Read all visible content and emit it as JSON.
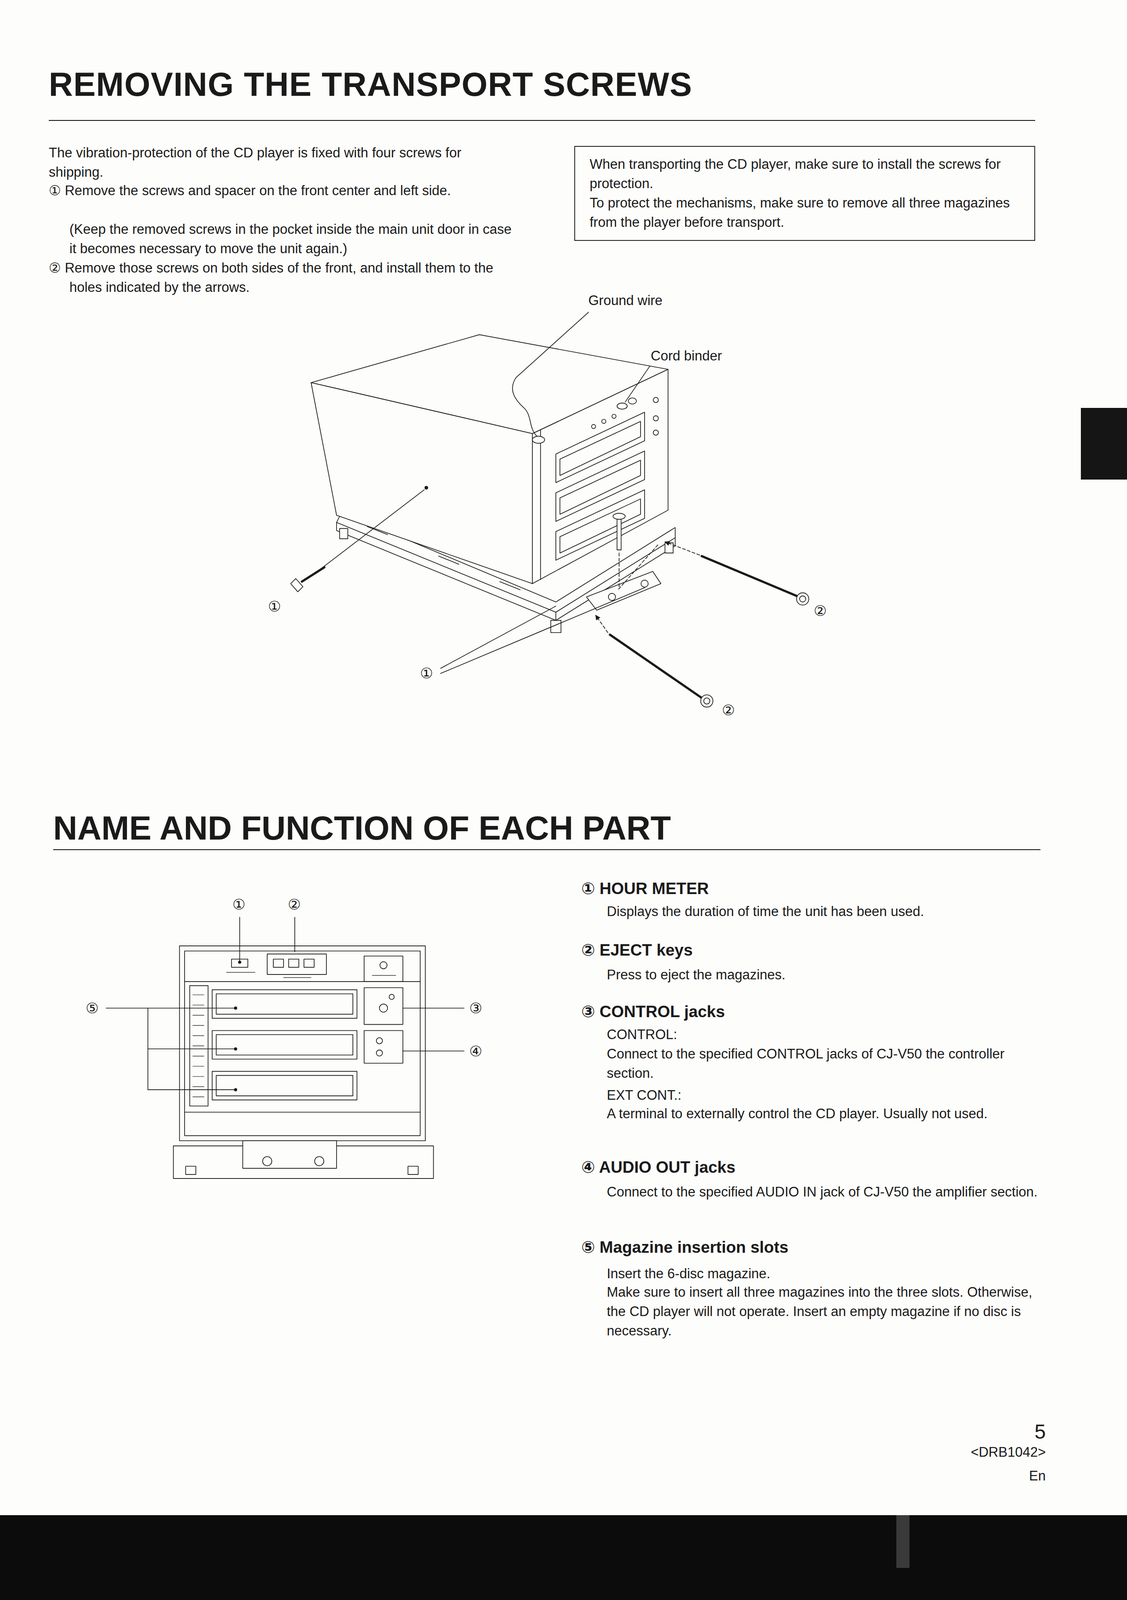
{
  "diagram": {
    "title": "REMOVING THE TRANSPORT SCREWS",
    "nodes": [
      {
        "text": [
          "When transporting the CD player, make sure to install the screws for protection.",
          "To protect the mechanisms, make sure to remove all three magazines from the player before transport."
        ]
      }
    ],
    "labels": [
      "The vibration-protection of the CD player is fixed with four screws for shipping.",
      "① Remove the screws and spacer on the front center and left side.",
      "(Keep the removed screws in the pocket inside the main unit door in case it becomes necessary to move the unit again.)",
      "② Remove those screws on both sides of the front, and install them to the holes indicated by the arrows.",
      "Ground wire",
      "Cord binder",
      "①",
      "①",
      "②",
      "②",
      "NAME AND FUNCTION OF EACH PART",
      "①",
      "②",
      "⑤",
      "③",
      "④",
      "① HOUR METER",
      "Displays the duration of time the unit has been used.",
      "② EJECT keys",
      "Press to eject the magazines.",
      "③ CONTROL jacks",
      "CONTROL:",
      "Connect to the specified CONTROL jacks of CJ-V50 the controller section.",
      "EXT CONT.:",
      "A terminal to externally control the CD player. Usually not used.",
      "④ AUDIO OUT jacks",
      "Connect to the specified AUDIO IN jack of CJ-V50 the amplifier section.",
      "⑤ Magazine insertion slots",
      "Insert the 6-disc magazine.",
      "Make sure to insert all three magazines into the three slots. Otherwise, the CD player will not operate. Insert an empty magazine if no disc is necessary.",
      "5",
      "<DRB1042>",
      "En"
    ]
  }
}
